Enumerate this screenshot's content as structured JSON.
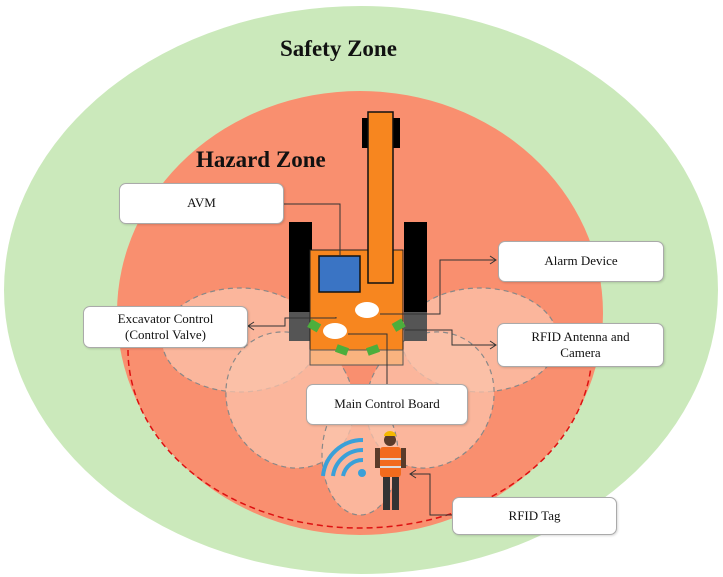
{
  "zones": {
    "safety": "Safety Zone",
    "hazard": "Hazard Zone"
  },
  "labels": {
    "avm": "AVM",
    "alarm": "Alarm Device",
    "excavator_control_line1": "Excavator Control",
    "excavator_control_line2": "(Control Valve)",
    "rfid_antenna_line1": "RFID Antenna and",
    "rfid_antenna_line2": "Camera",
    "main_board": "Main Control Board",
    "rfid_tag": "RFID Tag"
  },
  "colors": {
    "safety": "#cbe9bb",
    "hazard": "#f98f6f",
    "excavator": "#f7861f",
    "screen": "#3a74c4",
    "antenna": "#4cae3c"
  }
}
